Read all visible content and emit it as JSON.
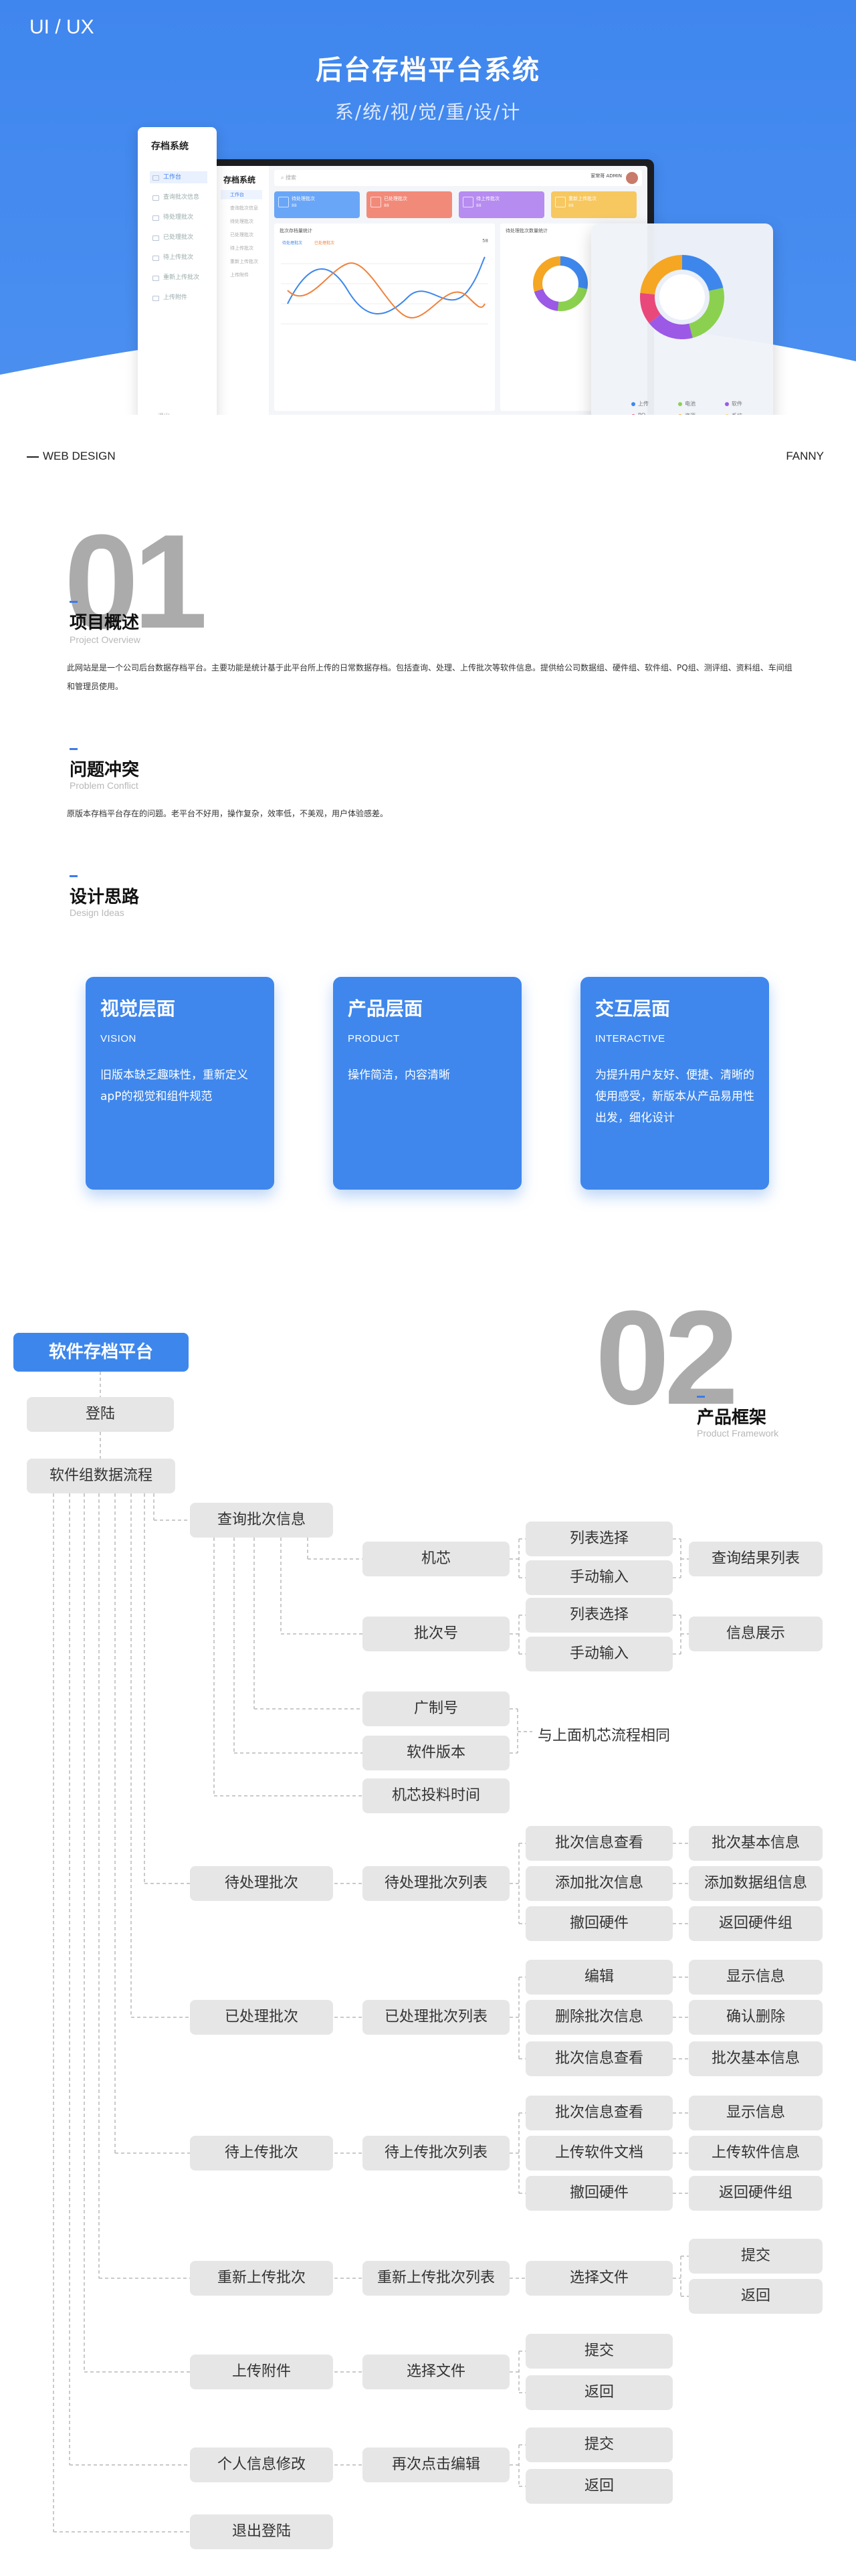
{
  "hero": {
    "tag": "UI / UX",
    "title": "后台存档平台系统",
    "subtitle": "系/统/视/觉/重/设/计",
    "web_design": "WEB DESIGN",
    "author": "FANNY"
  },
  "mockup": {
    "side_title": "存档系统",
    "side_items": [
      "工作台",
      "查询批次信息",
      "待处理批次",
      "已处理批次",
      "待上传批次",
      "重新上传批次",
      "上传附件"
    ],
    "side_exit": "退出",
    "app_title": "存档系统",
    "app_items": [
      "工作台",
      "查询批次信息",
      "待处理批次",
      "已处理批次",
      "待上传批次",
      "重新上传批次",
      "上传附件"
    ],
    "search_placeholder": "搜索",
    "user_label": "家常哥 ADMIN",
    "tiles": [
      {
        "label": "待处理批次",
        "num": "88",
        "color": "#6aa6f8"
      },
      {
        "label": "已处理批次",
        "num": "88",
        "color": "#f28a7a"
      },
      {
        "label": "待上传批次",
        "num": "88",
        "color": "#b78cf0"
      },
      {
        "label": "重新上传批次",
        "num": "88",
        "color": "#f7c860"
      }
    ],
    "panel_left_title": "批次存档量统计",
    "panel_left_legend": [
      "待处理批次",
      "已处理批次"
    ],
    "panel_left_extra": "58",
    "panel_right_title": "待处理批次数量统计",
    "donut_legend": [
      "上传",
      "电池",
      "软件",
      "PQ",
      "资源",
      "系统"
    ],
    "donut_colors": [
      "#3d87ec",
      "#8bd14f",
      "#9b59e6",
      "#e9487a",
      "#f5a623",
      "#f0d54a"
    ]
  },
  "overview": {
    "number": "01",
    "title": "项目概述",
    "title_en": "Project Overview",
    "text": "此网站是是一个公司后台数据存档平台。主要功能是统计基于此平台所上传的日常数据存档。包括查询、处理、上传批次等软件信息。提供给公司数据组、硬件组、软件组、PQ组、测评组、资料组、车间组和管理员使用。"
  },
  "problem": {
    "title": "问题冲突",
    "title_en": "Problem Conflict",
    "text": "原版本存档平台存在的问题。老平台不好用，操作复杂，效率低，不美观，用户体验感差。"
  },
  "ideas": {
    "title": "设计思路",
    "title_en": "Design Ideas",
    "cards": [
      {
        "title": "视觉层面",
        "en": "VISION",
        "desc": "旧版本缺乏趣味性，重新定义apP的视觉和组件规范"
      },
      {
        "title": "产品层面",
        "en": "PRODUCT",
        "desc": "操作简洁，内容清晰"
      },
      {
        "title": "交互层面",
        "en": "INTERACTIVE",
        "desc": "为提升用户友好、便捷、清晰的使用感受，新版本从产品易用性出发，细化设计"
      }
    ]
  },
  "framework": {
    "number": "02",
    "title": "产品框架",
    "title_en": "Product Framework",
    "root": "软件存档平台",
    "nodes": {
      "login": "登陆",
      "flow": "软件组数据流程",
      "query": "查询批次信息",
      "chip": "机芯",
      "list_select": "列表选择",
      "manual_input": "手动输入",
      "query_result": "查询结果列表",
      "batch_no": "批次号",
      "info_show": "信息展示",
      "factory_no": "广制号",
      "software_ver": "软件版本",
      "same_flow": "与上面机芯流程相同",
      "chip_time": "机芯投料时间",
      "pending": "待处理批次",
      "pending_list": "待处理批次列表",
      "view_batch": "批次信息查看",
      "batch_basic": "批次基本信息",
      "add_batch": "添加批次信息",
      "add_data_group": "添加数据组信息",
      "revoke_hw": "撤回硬件",
      "return_hw": "返回硬件组",
      "processed": "已处理批次",
      "processed_list": "已处理批次列表",
      "edit": "编辑",
      "show_info": "显示信息",
      "delete_batch": "删除批次信息",
      "confirm_delete": "确认删除",
      "to_upload": "待上传批次",
      "to_upload_list": "待上传批次列表",
      "upload_doc": "上传软件文档",
      "upload_info": "上传软件信息",
      "reupload": "重新上传批次",
      "reupload_list": "重新上传批次列表",
      "choose_file": "选择文件",
      "submit": "提交",
      "back": "返回",
      "attach": "上传附件",
      "profile": "个人信息修改",
      "edit_again": "再次点击编辑",
      "logout": "退出登陆"
    }
  }
}
